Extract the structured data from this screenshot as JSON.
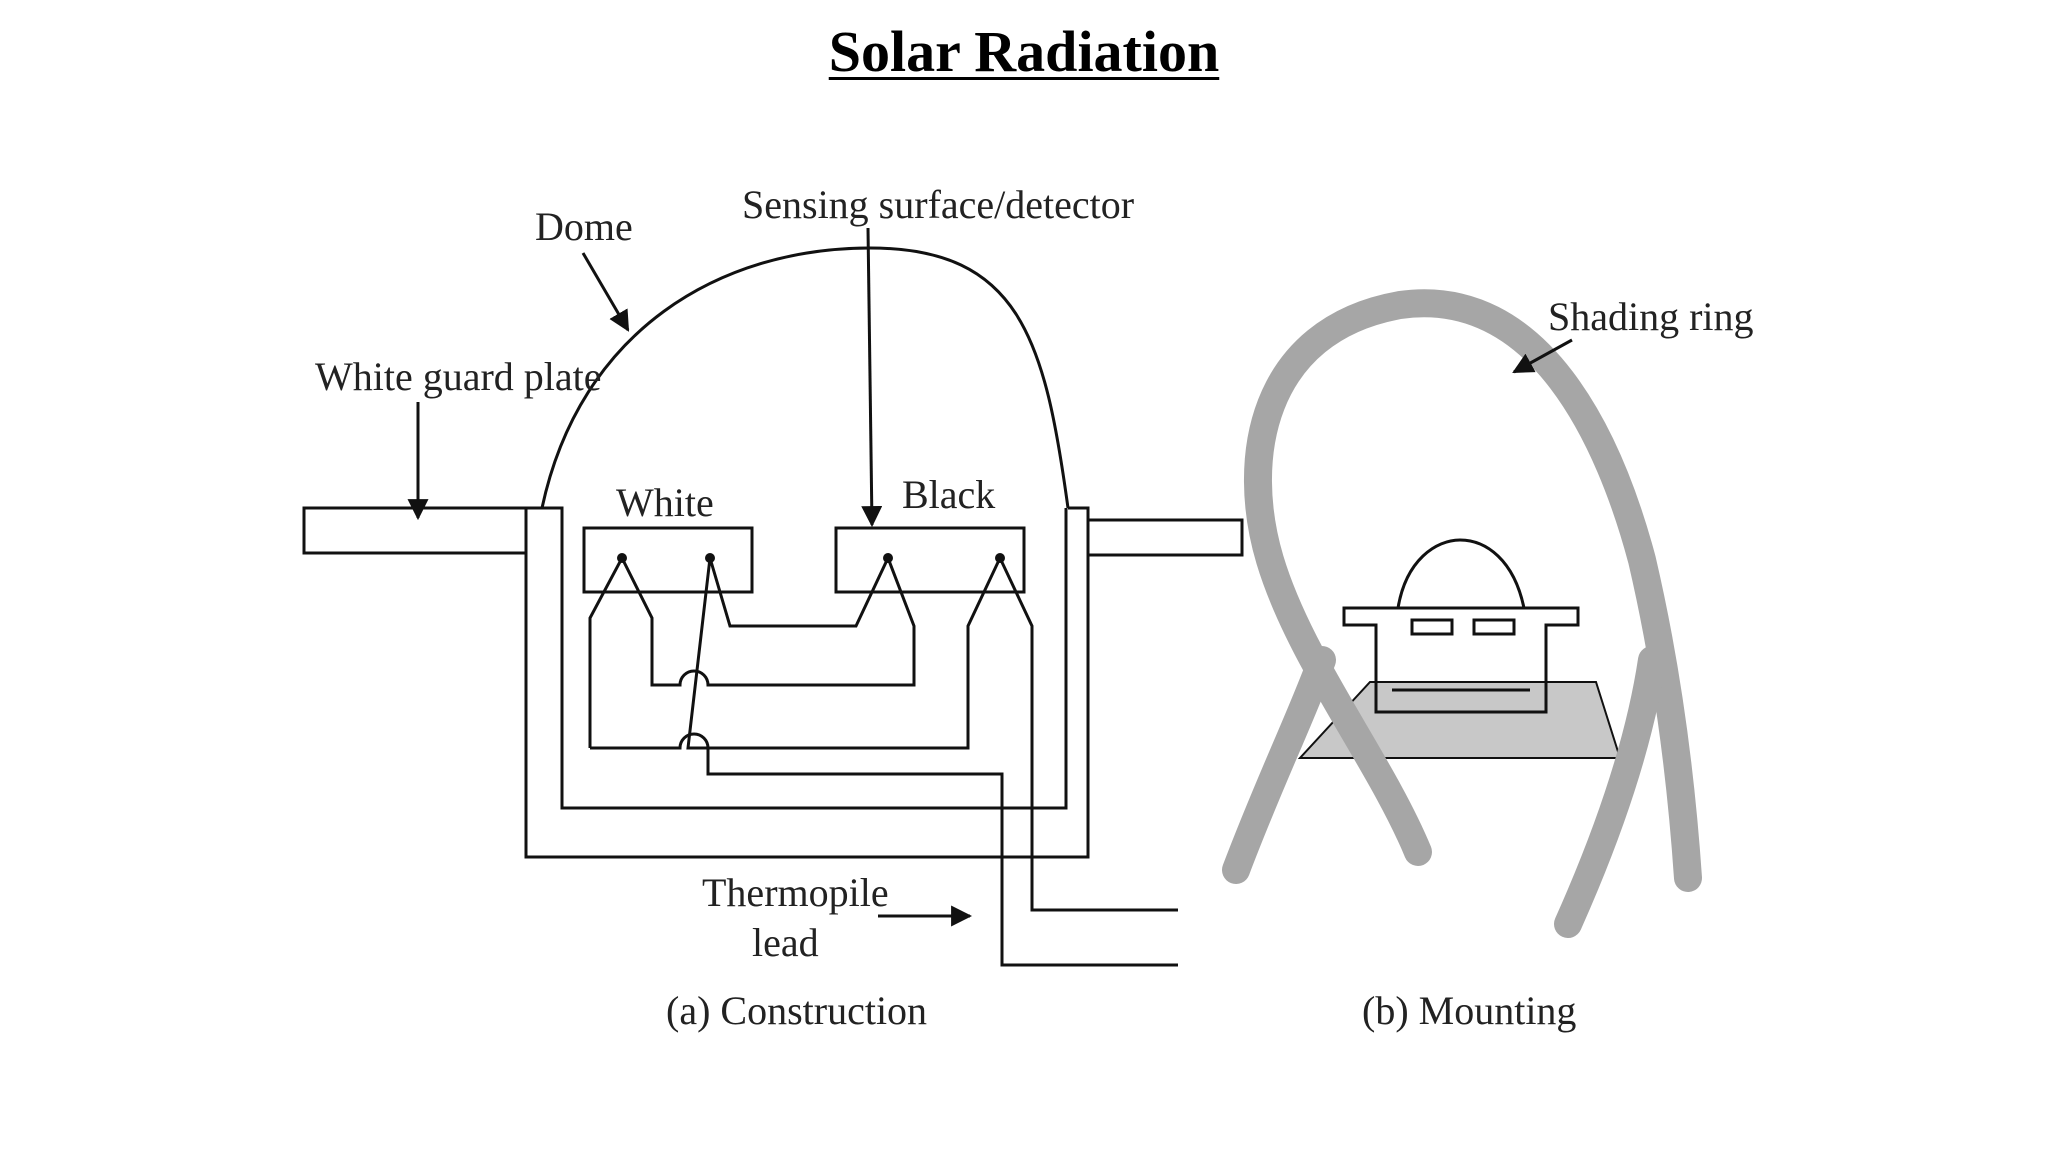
{
  "title": "Solar Radiation",
  "labels": {
    "dome": "Dome",
    "sensing_surface": "Sensing surface/detector",
    "white_guard_plate": "White guard plate",
    "white": "White",
    "black": "Black",
    "thermopile_line1": "Thermopile",
    "thermopile_line2": "lead",
    "caption_a": "(a) Construction",
    "shading_ring": "Shading ring",
    "caption_b": "(b) Mounting"
  },
  "colors": {
    "line": "#111111",
    "shading_ring": "#a6a6a6",
    "platform": "#c8c8c8",
    "text": "#222222"
  }
}
